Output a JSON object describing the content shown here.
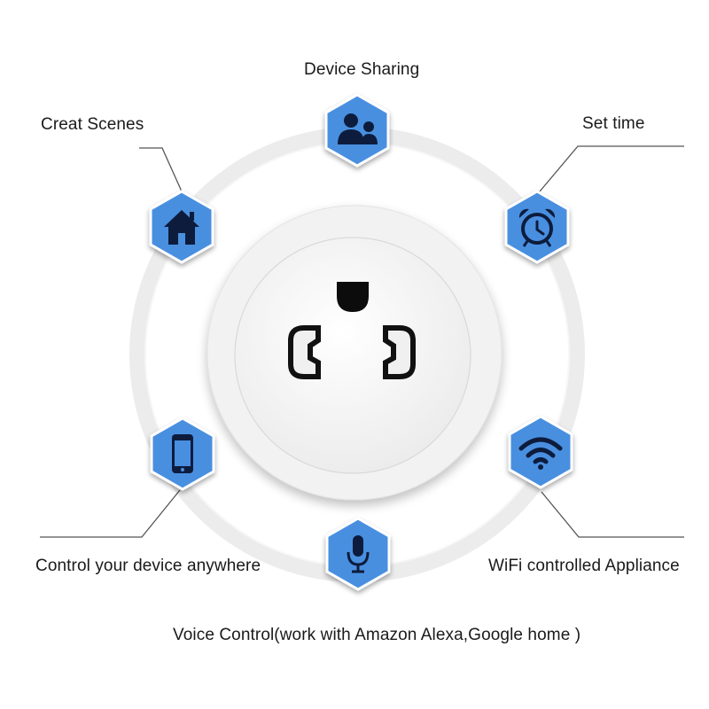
{
  "colors": {
    "hex_fill": "#4a8fe0",
    "hex_stroke": "#ffffff",
    "icon": "#0f1e3d",
    "leader_line": "#555555",
    "ring": "#eeeeee",
    "plug_face": "#f6f6f6"
  },
  "features": {
    "device_sharing": {
      "label": "Device Sharing",
      "icon": "users-icon"
    },
    "create_scenes": {
      "label": "Creat Scenes",
      "icon": "home-icon"
    },
    "set_time": {
      "label": "Set time",
      "icon": "alarm-clock-icon"
    },
    "remote_control": {
      "label": "Control your device anywhere",
      "icon": "smartphone-icon"
    },
    "wifi": {
      "label": "WiFi controlled Appliance",
      "icon": "wifi-icon"
    },
    "voice": {
      "label": "Voice Control(work with Amazon Alexa,Google home )",
      "icon": "microphone-icon"
    }
  }
}
